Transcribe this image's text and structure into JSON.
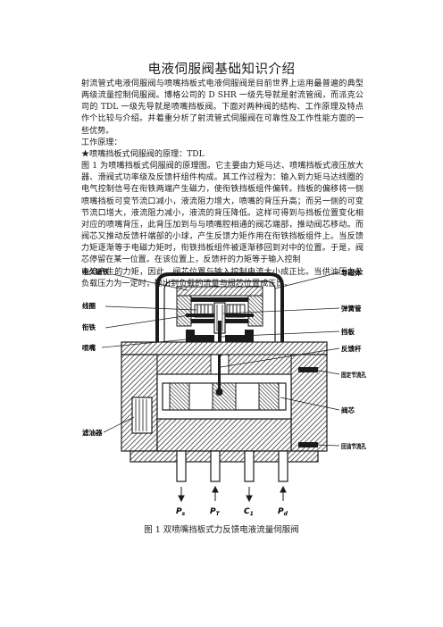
{
  "title": "电液伺服阀基础知识介绍",
  "paragraphs": [
    "射流管式电液伺服阀与喷嘴挡板式电液伺服阀是目前世界上运用最普遍的典型两级流量控制伺服阀。博格公司的 D SHR 一级先导就是射流管阀，而派克公司的 TDL 一级先导就是喷嘴挡板阀。下面对两种阀的结构、工作原理及特点作个比较与介绍。并着重分析了射流管式伺服阀在可靠性及工作性能方面的一些优势。",
    "工作原理：",
    "★喷嘴挡板式伺服阀的原理：TDL",
    "图 1 为喷嘴挡板式伺服阀的原理图。它主要由力矩马达、喷嘴挡板式液压放大器、滑阀式功率级及反馈杆组件构成。其工作过程为：输入到力矩马达线圈的电气控制信号在衔铁两端产生磁力，使衔铁挡板组件偏转。挡板的偏移将一侧喷嘴挡板可变节流口减小，液流阻力增大，喷嘴的背压升高；而另一侧的可变节流口增大，液流阻力减小，液流的背压降低。这样可得到与挡板位置变化相对应的喷嘴背压，此背压加到与与喷嘴腔相通的阀芯端部，推动阀芯移动。而阀芯又推动反馈杆端部的小球，产生反馈力矩作用在衔铁挡板组件上。当反馈力矩逐渐等于电磁力矩时，衔铁挡板组件被逐渐移回到对中的位置。于是，阀芯停留在某一位置。在该位置上，反馈杆的力矩等于输入控制",
    "电流产生的力矩，因此，阀芯位置与输入控制电流大小成正比。当供油压力及负载压力为一定时，输出到负载的流量与阀芯位置成正比。"
  ],
  "figure": {
    "labels_left": [
      "永久磁铁",
      "线圈",
      "衔铁",
      "喷嘴",
      "滤油器"
    ],
    "labels_right": [
      "导磁体",
      "弹簧管",
      "挡板",
      "反馈杆",
      "固定节流孔",
      "阀芯",
      "回油节流孔"
    ],
    "ports": [
      "P",
      "P",
      "C",
      "P"
    ],
    "port_subs": [
      "s",
      "T",
      "1",
      "d"
    ]
  },
  "caption": "图 1 双喷嘴挡板式力反馈电液流量伺服阀"
}
